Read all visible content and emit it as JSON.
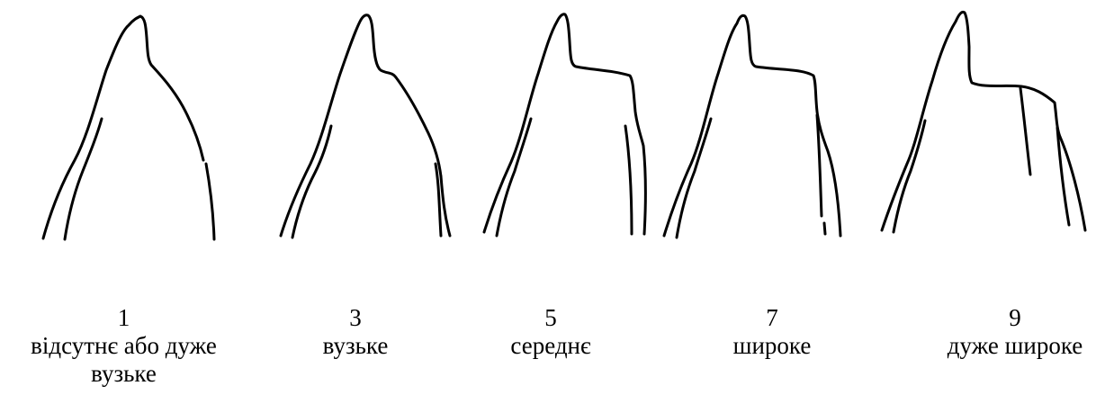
{
  "panels": [
    {
      "number": "1",
      "caption": "відсутнє або дуже вузьке"
    },
    {
      "number": "3",
      "caption": "вузьке"
    },
    {
      "number": "5",
      "caption": "середнє"
    },
    {
      "number": "7",
      "caption": "широке"
    },
    {
      "number": "9",
      "caption": "дуже широке"
    }
  ],
  "colors": {
    "stroke": "#000000",
    "background": "#ffffff"
  }
}
